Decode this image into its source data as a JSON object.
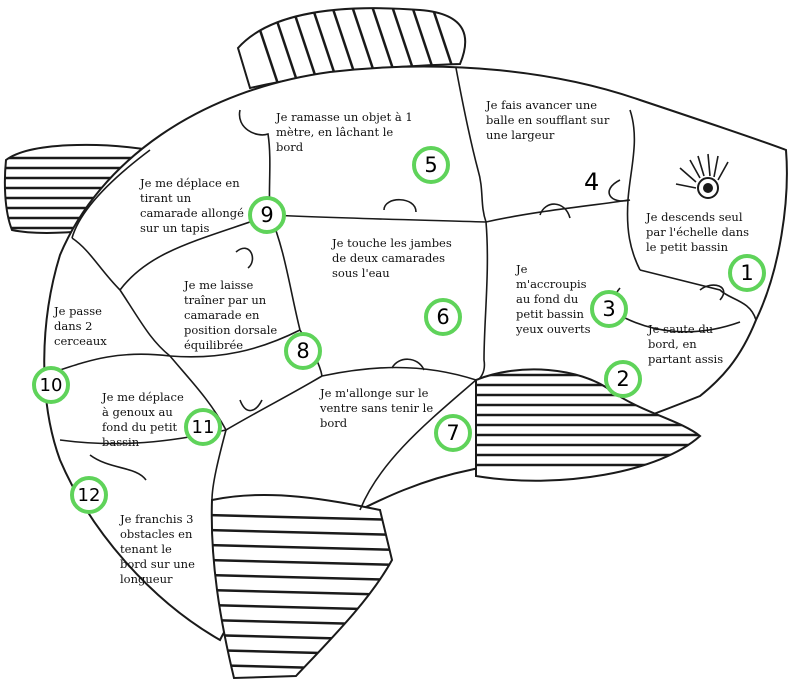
{
  "colors": {
    "ring": "#5fd35a",
    "ink": "#1a1a1a",
    "paper": "#ffffff"
  },
  "pieces": [
    {
      "num": "1",
      "text": "Je descends seul\npar l'échelle dans\nle petit bassin"
    },
    {
      "num": "2",
      "text": "Je saute du\nbord, en\npartant assis"
    },
    {
      "num": "3",
      "text": "Je\nm'accroupis\nau fond du\npetit bassin\nyeux ouverts"
    },
    {
      "num": "4",
      "text": "Je fais avancer une\nballe en soufflant sur\nune largeur"
    },
    {
      "num": "5",
      "text": "Je ramasse un objet à 1\nmètre, en lâchant le\nbord"
    },
    {
      "num": "6",
      "text": "Je touche les jambes\nde deux camarades\nsous l'eau"
    },
    {
      "num": "7",
      "text": "Je m'allonge sur le\nventre sans tenir le\nbord"
    },
    {
      "num": "8",
      "text": "Je me laisse\ntraîner par un\ncamarade en\nposition dorsale\néquilibrée"
    },
    {
      "num": "9",
      "text": "Je me déplace en\ntirant un\ncamarade allongé\nsur un tapis"
    },
    {
      "num": "10",
      "text": "Je passe\ndans 2\ncerceaux"
    },
    {
      "num": "11",
      "text": "Je me déplace\nà genoux au\nfond du petit\nbassin"
    },
    {
      "num": "12",
      "text": "Je franchis 3\nobstacles en\ntenant le\nbord sur une\nlongueur"
    }
  ]
}
